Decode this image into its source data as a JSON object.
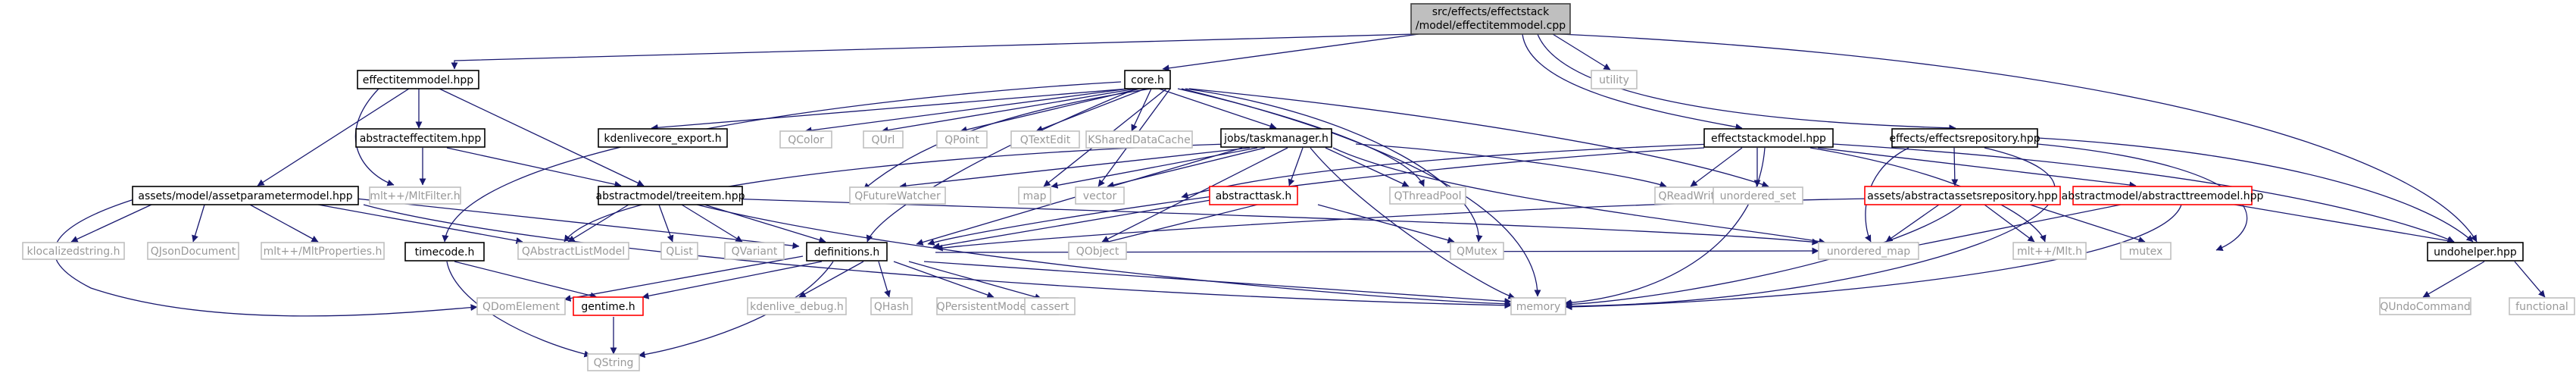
{
  "graph": {
    "colors": {
      "root_fill": "#bfbfbf",
      "root_border": "#404040",
      "local_border": "#000000",
      "external_border": "#bfbfbf",
      "nodoc_border": "#ff0000",
      "local_text": "#000000",
      "external_text": "#999999",
      "edge": "#191970"
    },
    "nodes": {
      "root": {
        "label_1": "src/effects/effectstack",
        "label_2": "/model/effectitemmodel.cpp"
      },
      "effectitemmodel_hpp": "effectitemmodel.hpp",
      "core_h": "core.h",
      "utility": "utility",
      "abstracteffectitem_hpp": "abstracteffectitem.hpp",
      "assetparametermodel_hpp": "assets/model/assetparametermodel.hpp",
      "mlt_mltfilter_h": "mlt++/MltFilter.h",
      "treeitem_hpp": "abstractmodel/treeitem.hpp",
      "klocalizedstring_h": "klocalizedstring.h",
      "qjsondocument": "QJsonDocument",
      "mlt_mltproperties_h": "mlt++/MltProperties.h",
      "qabstractlistmodel": "QAbstractListModel",
      "qlist": "QList",
      "qvariant": "QVariant",
      "definitions_h": "definitions.h",
      "timecode_h": "timecode.h",
      "qdomelement": "QDomElement",
      "gentime_h": "gentime.h",
      "qstring": "QString",
      "kdenlive_debug_h": "kdenlive_debug.h",
      "qhash": "QHash",
      "qpersistentmodelindex": "QPersistentModelIndex",
      "cassert": "cassert",
      "memory": "memory",
      "kdenlivecore_export_h": "kdenlivecore_export.h",
      "qcolor": "QColor",
      "qurl": "QUrl",
      "qpoint": "QPoint",
      "qtextedit": "QTextEdit",
      "kshareddatacache": "KSharedDataCache",
      "taskmanager_h": "jobs/taskmanager.h",
      "qfuturewatcher": "QFutureWatcher",
      "map": "map",
      "vector": "vector",
      "qthreadpool": "QThreadPool",
      "abstracttask_h": "abstracttask.h",
      "qobject": "QObject",
      "qmutex": "QMutex",
      "effectstackmodel_hpp": "effectstackmodel.hpp",
      "qreadwritelock": "QReadWriteLock",
      "unordered_set": "unordered_set",
      "effectsrepository_hpp": "effects/effectsrepository.hpp",
      "abstractassetsrepository_hpp": "assets/abstractassetsrepository.hpp",
      "abstracttreemodel_hpp": "abstractmodel/abstracttreemodel.hpp",
      "unordered_map": "unordered_map",
      "mlt_mlt_h": "mlt++/Mlt.h",
      "mutex": "mutex",
      "undohelper_hpp": "undohelper.hpp",
      "qundocommand": "QUndoCommand",
      "functional": "functional"
    }
  }
}
